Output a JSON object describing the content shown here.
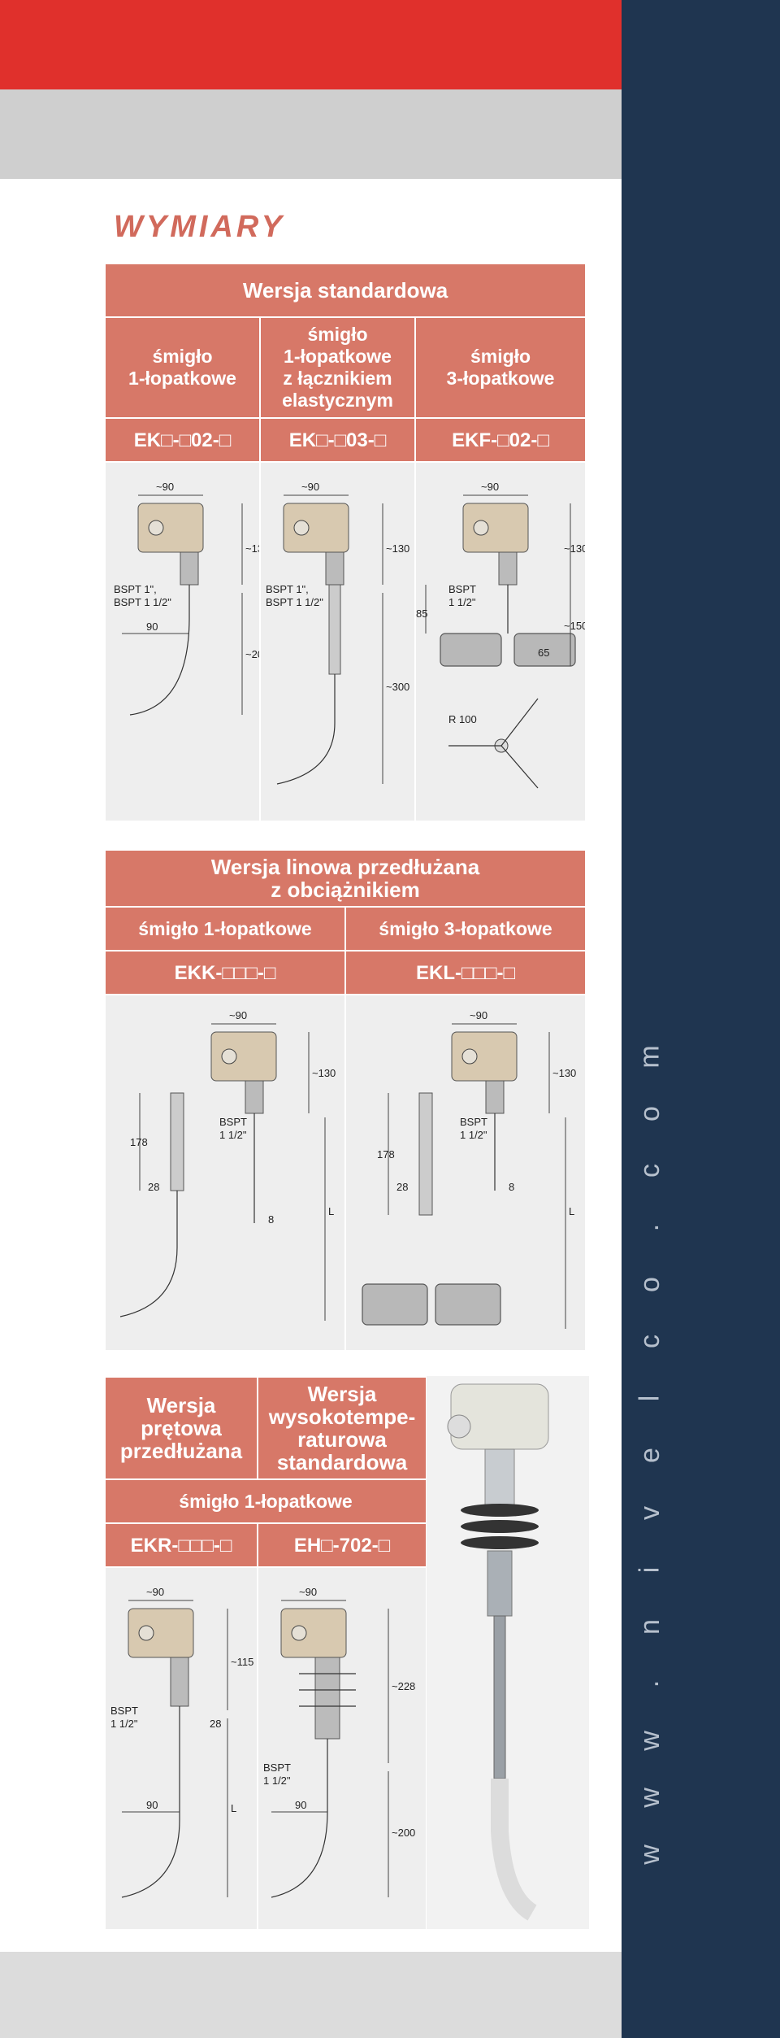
{
  "heading": "WYMIARY",
  "sidebar_url": [
    "w",
    "w",
    "w",
    ".",
    "n",
    "i",
    "v",
    "e",
    "l",
    "c",
    "o",
    ".",
    "c",
    "o",
    "m"
  ],
  "table1": {
    "title": "Wersja standardowa",
    "columns": [
      "śmigło\n1-łopatkowe",
      "śmigło\n1-łopatkowe\nz łącznikiem\nelastycznym",
      "śmigło\n3-łopatkowe"
    ],
    "codes": [
      "EK□-□02-□",
      "EK□-□03-□",
      "EKF-□02-□"
    ]
  },
  "table2": {
    "title": "Wersja linowa przedłużana\nz obciążnikiem",
    "columns": [
      "śmigło 1-łopatkowe",
      "śmigło 3-łopatkowe"
    ],
    "codes": [
      "EKK-□□□-□",
      "EKL-□□□-□"
    ]
  },
  "table3": {
    "columns": [
      "Wersja\nprętowa\nprzedłużana",
      "Wersja\nwysokotempe-\nraturowa\nstandardowa"
    ],
    "subtitle": "śmigło 1-łopatkowe",
    "codes": [
      "EKR-□□□-□",
      "EH□-702-□"
    ]
  },
  "dims": {
    "w90": "~90",
    "h130": "~130",
    "h115": "~115",
    "h228": "~228",
    "h200": "~200",
    "h300": "~300",
    "h150": "~150",
    "bspt_a": "BSPT 1\",",
    "bspt_b": "BSPT 1 1/2\"",
    "bspt": "BSPT",
    "one_half": "1 1/2\"",
    "d90": "90",
    "d85": "85",
    "d65": "65",
    "r100": "R 100",
    "d178": "178",
    "d28": "28",
    "d8": "8",
    "L": "L"
  }
}
